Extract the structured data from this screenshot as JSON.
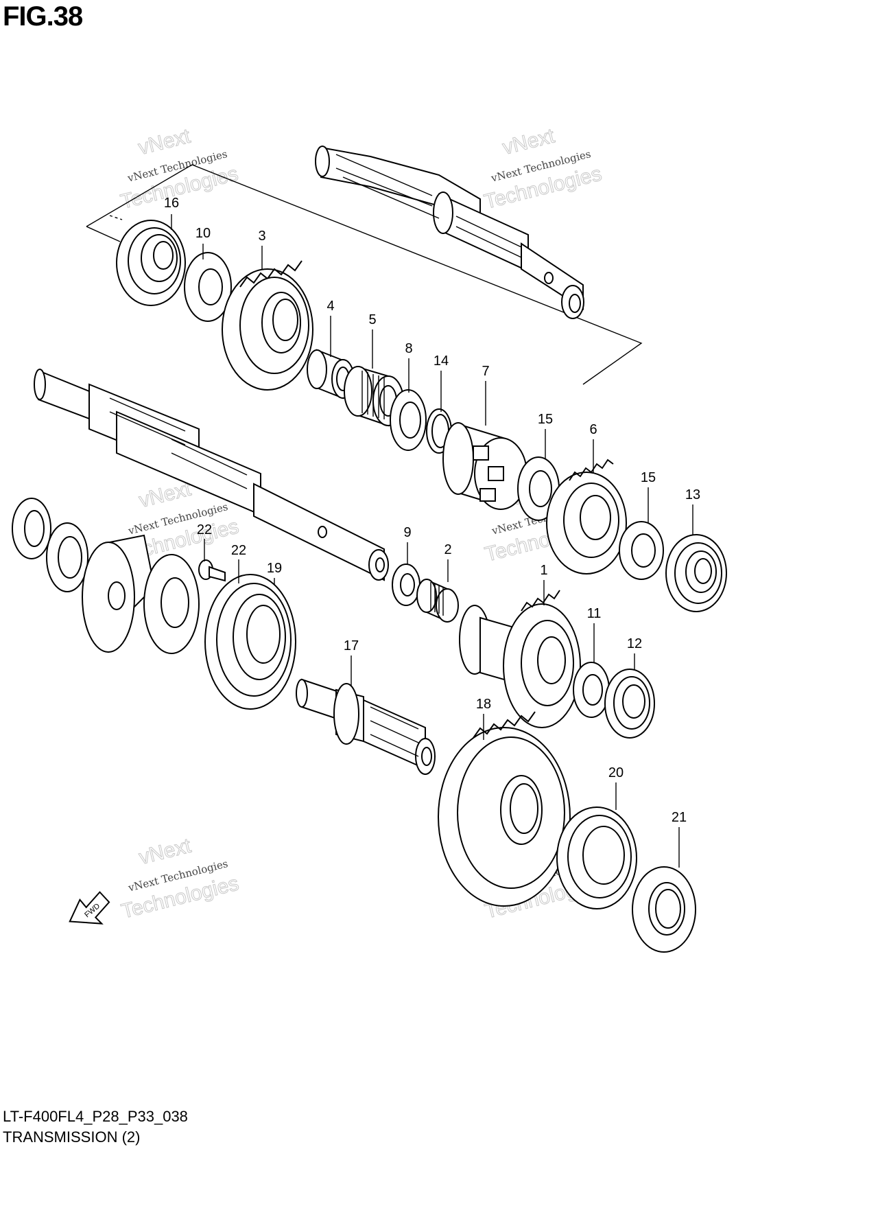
{
  "figure": {
    "title": "FIG.38"
  },
  "footer": {
    "code": "LT-F400FL4_P28_P33_038",
    "name": "TRANSMISSION (2)"
  },
  "watermark": {
    "line1": "vNext Technologies",
    "line2": "vNext",
    "line3": "Technologies"
  },
  "direction_indicator": {
    "label": "FWD",
    "icon": "fwd-arrow-icon"
  },
  "callouts": [
    "16",
    "10",
    "3",
    "4",
    "5",
    "8",
    "14",
    "7",
    "15",
    "6",
    "15",
    "13",
    "22",
    "22",
    "19",
    "9",
    "2",
    "1",
    "11",
    "12",
    "17",
    "18",
    "20",
    "21"
  ]
}
